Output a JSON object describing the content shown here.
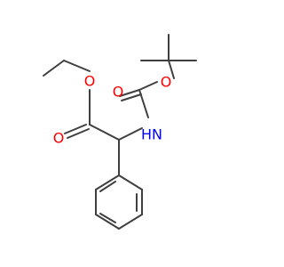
{
  "colors": {
    "background": "#ffffff",
    "bond": "#3f3f3f",
    "oxygen": "#ff0000",
    "nitrogen": "#0000ff",
    "hydrogen_on_nitrogen": "#0000ff"
  },
  "atoms": {
    "ester_ether_oxygen": "O",
    "ester_carbonyl_oxygen": "O",
    "carbamate_carbonyl_oxygen": "O",
    "carbamate_ether_oxygen": "O",
    "amide_nitrogen": "N",
    "amide_hydrogen": "H"
  }
}
